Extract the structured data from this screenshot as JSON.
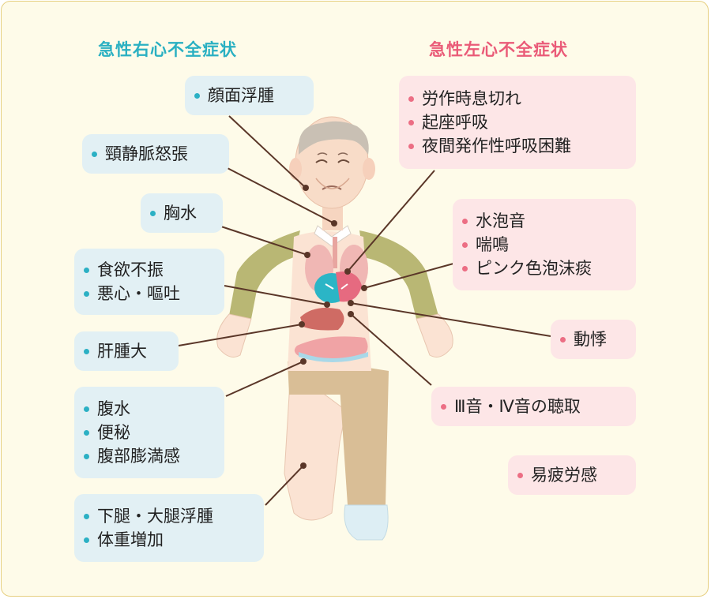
{
  "headings": {
    "right": "急性右心不全症状",
    "left": "急性左心不全症状"
  },
  "right_groups": [
    {
      "items": [
        "顔面浮腫"
      ]
    },
    {
      "items": [
        "頸静脈怒張"
      ]
    },
    {
      "items": [
        "胸水"
      ]
    },
    {
      "items": [
        "食欲不振",
        "悪心・嘔吐"
      ]
    },
    {
      "items": [
        "肝腫大"
      ]
    },
    {
      "items": [
        "腹水",
        "便秘",
        "腹部膨満感"
      ]
    },
    {
      "items": [
        "下腿・大腿浮腫",
        "体重増加"
      ]
    }
  ],
  "left_groups": [
    {
      "items": [
        "労作時息切れ",
        "起座呼吸",
        "夜間発作性呼吸困難"
      ]
    },
    {
      "items": [
        "水泡音",
        "喘鳴",
        "ピンク色泡沫痰"
      ]
    },
    {
      "items": [
        "動悸"
      ]
    },
    {
      "items": [
        "Ⅲ音・Ⅳ音の聴取"
      ]
    },
    {
      "items": [
        "易疲労感"
      ]
    }
  ],
  "colors": {
    "right_accent": "#2ab0c2",
    "left_accent": "#ea5b78",
    "right_box": "#e2f0f4",
    "left_box": "#fde6e7",
    "frame": "#e6cf80",
    "background": "#fefbe9",
    "connector": "#5a3628"
  }
}
